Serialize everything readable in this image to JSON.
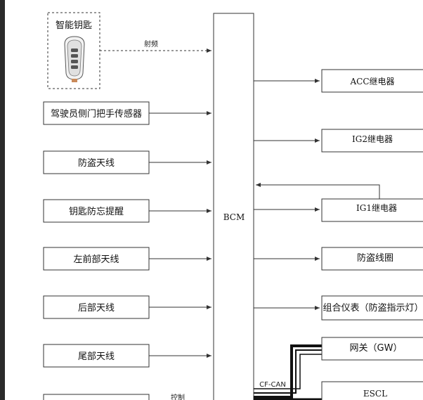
{
  "diagram": {
    "center": {
      "label": "BCM"
    },
    "key": {
      "label": "智能钥匙"
    },
    "inputs": [
      {
        "id": "driver-door-handle-sensor",
        "label": "驾驶员侧门把手传感器"
      },
      {
        "id": "antitheft-antenna",
        "label": "防盗天线"
      },
      {
        "id": "key-reminder",
        "label": "钥匙防忘提醒"
      },
      {
        "id": "left-front-antenna",
        "label": "左前部天线"
      },
      {
        "id": "rear-antenna",
        "label": "后部天线"
      },
      {
        "id": "tail-antenna",
        "label": "尾部天线"
      }
    ],
    "outputs": [
      {
        "id": "acc-relay",
        "label": "ACC继电器"
      },
      {
        "id": "ig2-relay",
        "label": "IG2继电器"
      },
      {
        "id": "ig1-relay",
        "label": "IG1继电器"
      },
      {
        "id": "antitheft-coil",
        "label": "防盗线圈"
      },
      {
        "id": "combination-meter",
        "label": "组合仪表（防盗指示灯）"
      },
      {
        "id": "gateway",
        "label": "网关（GW）"
      },
      {
        "id": "escl",
        "label": "ESCL"
      }
    ],
    "edge_labels": {
      "rf": "射频",
      "can": "CF-CAN",
      "control": "控制"
    },
    "colors": {
      "stroke": "#333333",
      "rail": "#2b2b2b"
    }
  }
}
